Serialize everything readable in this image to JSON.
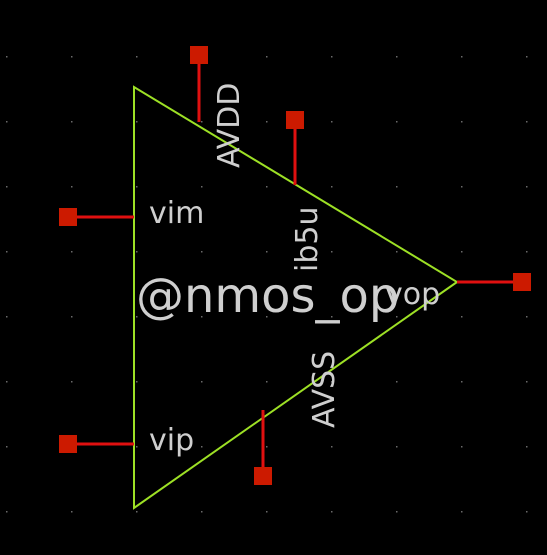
{
  "schematic": {
    "instance_label": "@nmos_op",
    "colors": {
      "background": "#000000",
      "symbol_outline": "#9de025",
      "wire": "#e01010",
      "pin_terminal": "#cc1a00",
      "label_text": "#cfcfcf",
      "grid_dot": "#6a6a6a"
    },
    "pins": {
      "avdd": "AVDD",
      "ib5u": "ib5u",
      "vim": "vim",
      "vip": "vip",
      "vop": "vop",
      "avss": "AVSS"
    }
  }
}
